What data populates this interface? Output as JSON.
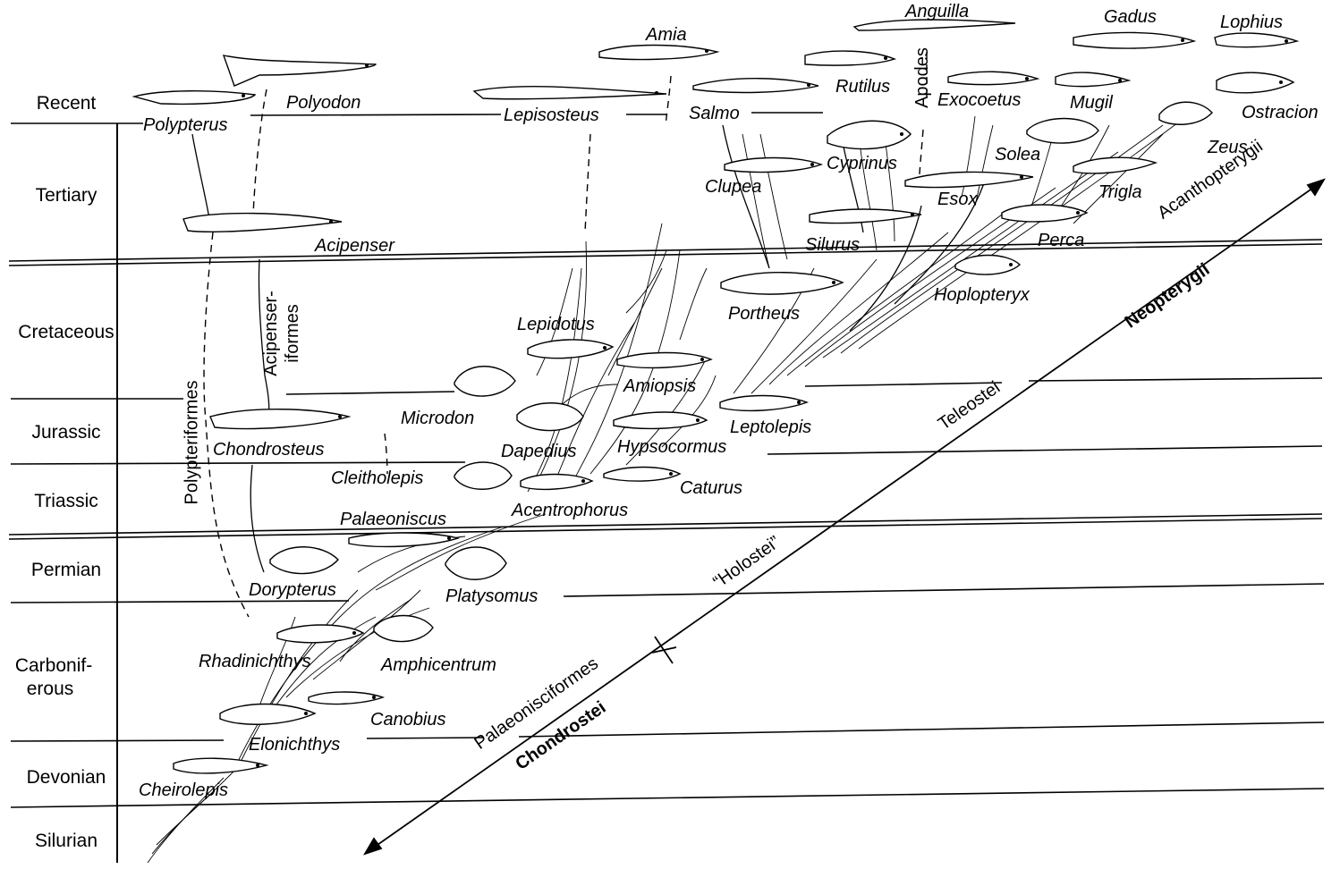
{
  "periods": {
    "recent": "Recent",
    "tertiary": "Tertiary",
    "cretaceous": "Cretaceous",
    "jurassic": "Jurassic",
    "triassic": "Triassic",
    "permian": "Permian",
    "carboniferous_1": "Carbonif-",
    "carboniferous_2": "erous",
    "devonian": "Devonian",
    "silurian": "Silurian"
  },
  "taxa": {
    "polypterus": "Polypterus",
    "polyodon": "Polyodon",
    "lepisosteus": "Lepisosteus",
    "amia": "Amia",
    "salmo": "Salmo",
    "anguilla": "Anguilla",
    "rutilus": "Rutilus",
    "exocoetus": "Exocoetus",
    "gadus": "Gadus",
    "mugil": "Mugil",
    "lophius": "Lophius",
    "ostracion": "Ostracion",
    "cyprinus": "Cyprinus",
    "clupea": "Clupea",
    "solea": "Solea",
    "zeus": "Zeus",
    "esox": "Esox",
    "trigla": "Trigla",
    "acipenser": "Acipenser",
    "silurus": "Silurus",
    "perca": "Perca",
    "portheus": "Portheus",
    "hoplopteryx": "Hoplopteryx",
    "lepidotus": "Lepidotus",
    "microdon": "Microdon",
    "amiopsis": "Amiopsis",
    "leptolepis": "Leptolepis",
    "chondrosteus": "Chondrosteus",
    "dapedius": "Dapedius",
    "hypsocormus": "Hypsocormus",
    "cleitholepis": "Cleitholepis",
    "caturus": "Caturus",
    "acentrophorus": "Acentrophorus",
    "palaeoniscus": "Palaeoniscus",
    "dorypterus": "Dorypterus",
    "platysomus": "Platysomus",
    "rhadinichthys": "Rhadinichthys",
    "amphicentrum": "Amphicentrum",
    "canobius": "Canobius",
    "elonichthys": "Elonichthys",
    "cheirolepis": "Cheirolepis"
  },
  "groups": {
    "apodes": "Apodes",
    "acipenseriformes_1": "Acipenser-",
    "acipenseriformes_2": "iformes",
    "polypteriformes": "Polypteriformes",
    "acanthopterygii": "Acanthopterygii",
    "neopterygii": "Neopterygii",
    "teleostei": "Teleostei",
    "holostei": "“Holostei”",
    "palaeonisciformes": "Palaeonisciformes",
    "chondrostei": "Chondrostei"
  }
}
